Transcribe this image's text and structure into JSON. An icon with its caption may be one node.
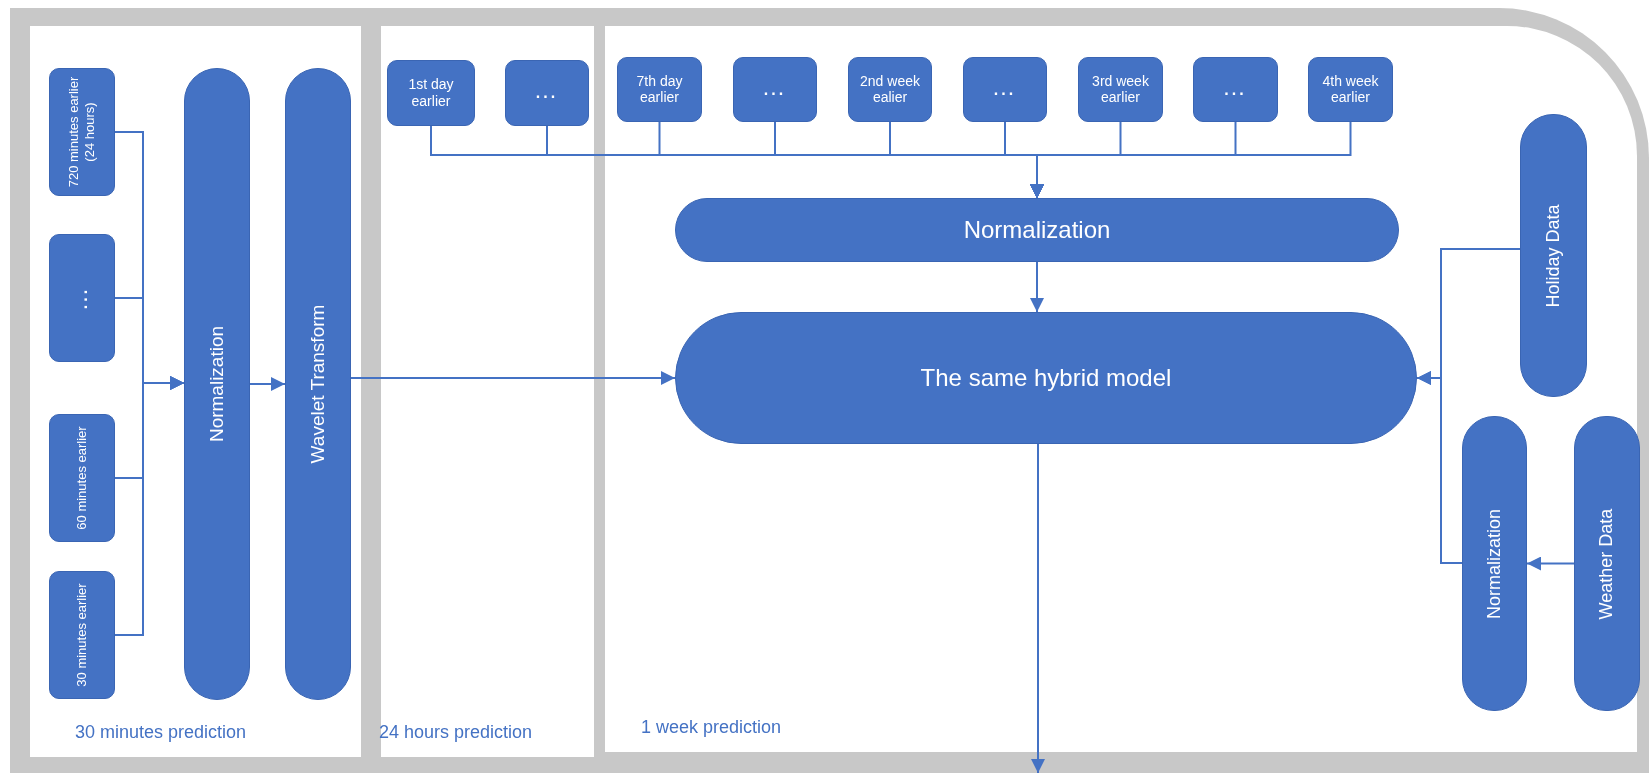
{
  "diagram": {
    "nodes": [
      {
        "text": [
          "30 minutes prediction"
        ]
      },
      {
        "text": [
          "720 minutes earlier (24 hours)"
        ],
        "in": 0
      },
      {
        "text": [
          "..."
        ],
        "in": 0
      },
      {
        "text": [
          "60 minutes earlier"
        ],
        "in": 0
      },
      {
        "text": [
          "30 minutes earlier"
        ],
        "in": 0
      },
      {
        "text": [
          "Normalization"
        ],
        "in": 0
      },
      {
        "text": [
          "Wavelet Transform"
        ],
        "in": 0
      },
      {
        "text": [
          "24 hours prediction"
        ]
      },
      {
        "text": [
          "1st day earlier"
        ],
        "in": 7
      },
      {
        "text": [
          "..."
        ],
        "in": 7
      },
      {
        "text": [
          "1 week prediction"
        ]
      },
      {
        "text": [
          "7th day earlier"
        ],
        "in": 10
      },
      {
        "text": [
          "..."
        ],
        "in": 10
      },
      {
        "text": [
          "2nd week ealier"
        ],
        "in": 10
      },
      {
        "text": [
          "..."
        ],
        "in": 10
      },
      {
        "text": [
          "3rd week earlier"
        ],
        "in": 10
      },
      {
        "text": [
          "..."
        ],
        "in": 10
      },
      {
        "text": [
          "4th week earlier"
        ],
        "in": 10
      },
      {
        "text": [
          "Normalization"
        ],
        "in": 10
      },
      {
        "text": [
          "The same hybrid model"
        ],
        "in": 10
      },
      {
        "text": [
          "Holiday Data"
        ],
        "in": 10
      },
      {
        "text": [
          "Normalization"
        ],
        "in": 10
      },
      {
        "text": [
          "Weather Data"
        ],
        "in": 10
      }
    ],
    "edges": [
      {
        "from": 1,
        "to": 5,
        "arrow": "to"
      },
      {
        "from": 2,
        "to": 5,
        "arrow": "to"
      },
      {
        "from": 3,
        "to": 5,
        "arrow": "to"
      },
      {
        "from": 4,
        "to": 5,
        "arrow": "to"
      },
      {
        "from": 5,
        "to": 6,
        "arrow": "to"
      },
      {
        "from": 6,
        "to": 19,
        "arrow": "to"
      },
      {
        "from": 8,
        "to": 18,
        "arrow": "to"
      },
      {
        "from": 9,
        "to": 18,
        "arrow": "to"
      },
      {
        "from": 11,
        "to": 18,
        "arrow": "to"
      },
      {
        "from": 12,
        "to": 18,
        "arrow": "to"
      },
      {
        "from": 13,
        "to": 18,
        "arrow": "to"
      },
      {
        "from": 14,
        "to": 18,
        "arrow": "to"
      },
      {
        "from": 15,
        "to": 18,
        "arrow": "to"
      },
      {
        "from": 16,
        "to": 18,
        "arrow": "to"
      },
      {
        "from": 17,
        "to": 18,
        "arrow": "to"
      },
      {
        "from": 18,
        "to": 19,
        "arrow": "to"
      },
      {
        "from": 20,
        "to": 19,
        "arrow": "to"
      },
      {
        "from": 21,
        "to": 19,
        "arrow": "to"
      },
      {
        "from": 22,
        "to": 21,
        "arrow": "to"
      },
      {
        "from": 19,
        "to": null,
        "arrow": "to"
      }
    ]
  }
}
